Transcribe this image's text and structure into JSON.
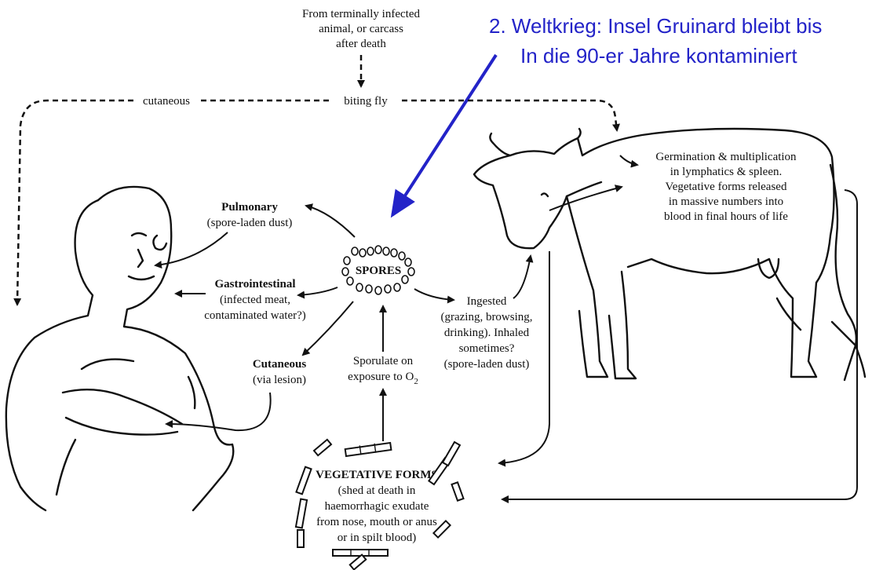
{
  "callout": {
    "line1": "2. Weltkrieg: Insel Gruinard bleibt bis",
    "line2": "In die 90-er Jahre kontaminiert",
    "color": "#2323c8"
  },
  "source": {
    "line1": "From terminally infected",
    "line2": "animal, or carcass",
    "line3": "after death"
  },
  "routes": {
    "cutaneous": "cutaneous",
    "biting_fly": "biting fly"
  },
  "spores": {
    "label": "SPORES"
  },
  "human_routes": {
    "pulmonary_title": "Pulmonary",
    "pulmonary_detail": "(spore-laden dust)",
    "gi_title": "Gastrointestinal",
    "gi_detail1": "(infected meat,",
    "gi_detail2": "contaminated water?)",
    "cut_title": "Cutaneous",
    "cut_detail": "(via lesion)"
  },
  "sporulate": {
    "line1": "Sporulate on",
    "line2": "exposure to O",
    "sub": "2"
  },
  "ingested": {
    "line1": "Ingested",
    "line2": "(grazing, browsing,",
    "line3": "drinking). Inhaled",
    "line4": "sometimes?",
    "line5": "(spore-laden dust)"
  },
  "germination": {
    "line1": "Germination & multiplication",
    "line2": "in lymphatics & spleen.",
    "line3": "Vegetative forms released",
    "line4": "in massive numbers into",
    "line5": "blood in final hours of life"
  },
  "vegetative": {
    "title": "VEGETATIVE FORMS",
    "line1": "(shed at death in",
    "line2": "haemorrhagic exudate",
    "line3": "from nose, mouth or anus",
    "line4": "or in spilt blood)"
  }
}
